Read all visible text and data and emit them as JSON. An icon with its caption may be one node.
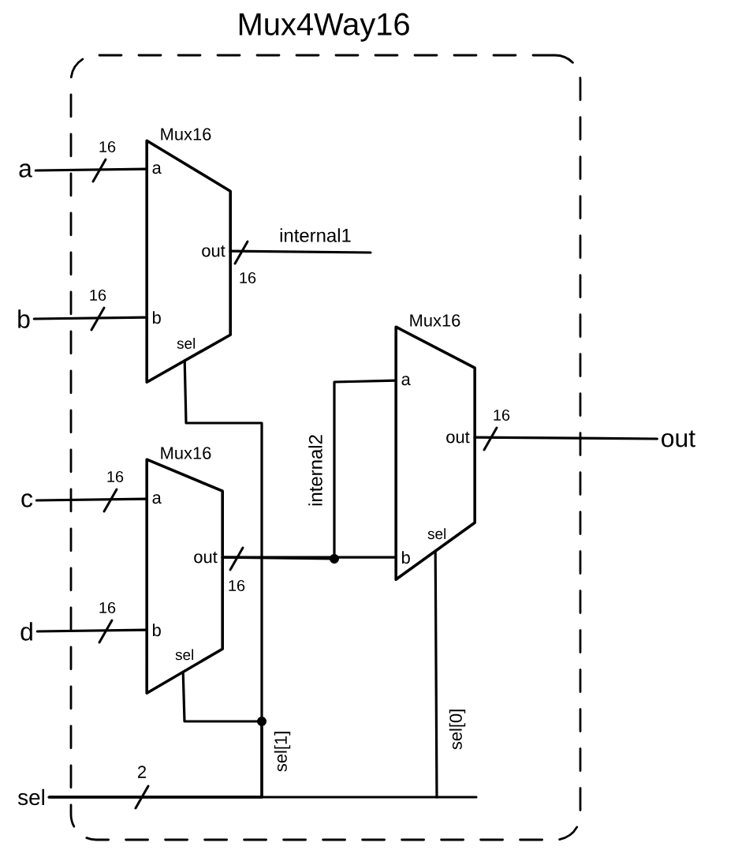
{
  "diagram": {
    "nodes": [
      {
        "text": [
          "Mux4Way16"
        ]
      },
      {
        "text": [
          "Mux16",
          "a",
          "b",
          "out",
          "sel"
        ],
        "in": 0
      },
      {
        "text": [
          "Mux16",
          "a",
          "b",
          "out",
          "sel"
        ],
        "in": 0
      },
      {
        "text": [
          "Mux16",
          "a",
          "b",
          "out",
          "sel"
        ],
        "in": 0
      },
      {
        "text": [
          "a"
        ]
      },
      {
        "text": [
          "b"
        ]
      },
      {
        "text": [
          "c"
        ]
      },
      {
        "text": [
          "d"
        ]
      },
      {
        "text": [
          "sel"
        ]
      },
      {
        "text": [
          "out"
        ]
      }
    ],
    "edges": [
      {
        "from": 4,
        "to": 1,
        "arrow": "none",
        "label": "16"
      },
      {
        "from": 5,
        "to": 1,
        "arrow": "none",
        "label": "16"
      },
      {
        "from": 1,
        "to": null,
        "arrow": "none",
        "label": "internal1"
      },
      {
        "from": 6,
        "to": 2,
        "arrow": "none",
        "label": "16"
      },
      {
        "from": 7,
        "to": 2,
        "arrow": "none",
        "label": "16"
      },
      {
        "from": 2,
        "to": 3,
        "arrow": "none",
        "label": "16"
      },
      {
        "from": 2,
        "to": 3,
        "arrow": "none",
        "label": "internal2"
      },
      {
        "from": 3,
        "to": 9,
        "arrow": "none",
        "label": "16"
      },
      {
        "from": 8,
        "to": 1,
        "arrow": "none",
        "label": "sel[1]"
      },
      {
        "from": 8,
        "to": 2,
        "arrow": "none"
      },
      {
        "from": 8,
        "to": 3,
        "arrow": "none",
        "label": "sel[0]"
      }
    ],
    "labels": [
      "16",
      "2"
    ]
  }
}
